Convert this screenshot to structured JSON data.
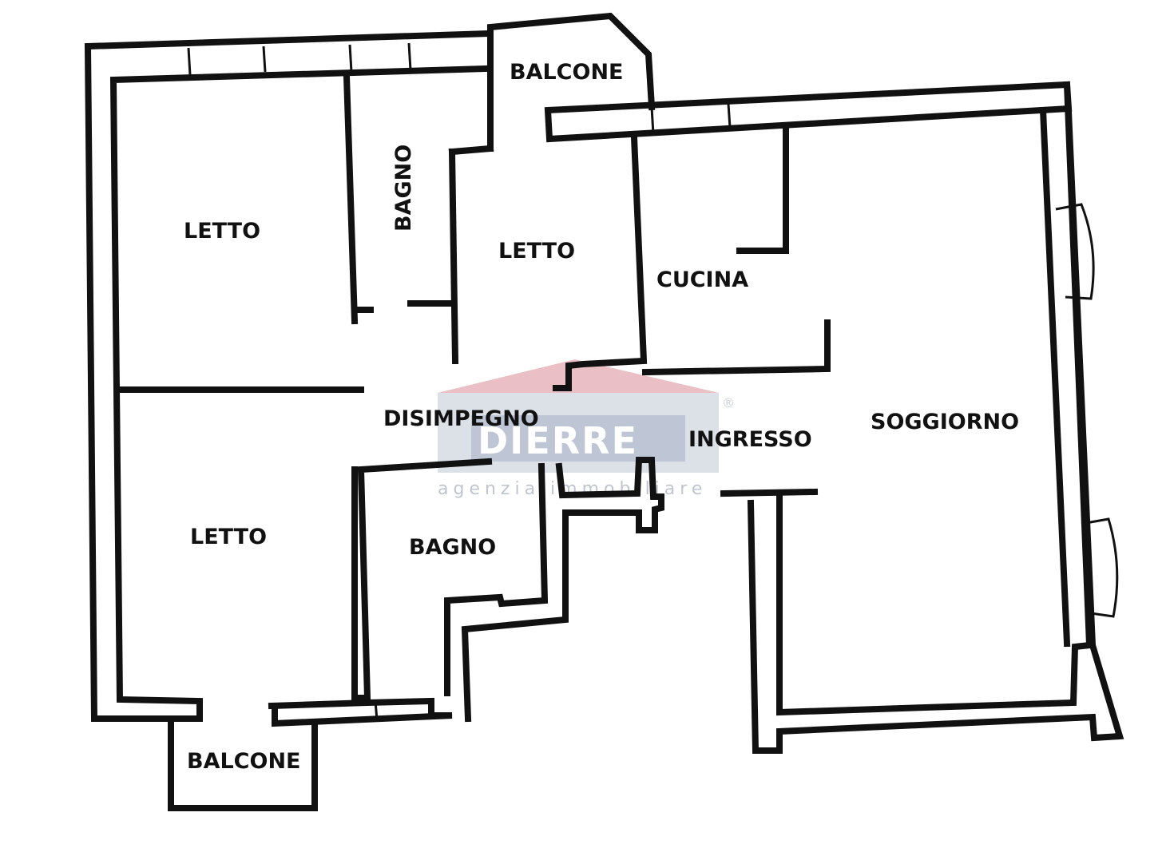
{
  "rooms": {
    "balcone_top": "BALCONE",
    "bagno_top": "BAGNO",
    "letto_top_left": "LETTO",
    "letto_top_middle": "LETTO",
    "cucina": "CUCINA",
    "disimpegno": "DISIMPEGNO",
    "ingresso": "INGRESSO",
    "soggiorno": "SOGGIORNO",
    "letto_bottom_left": "LETTO",
    "bagno_bottom": "BAGNO",
    "balcone_bottom": "BALCONE"
  },
  "watermark": {
    "brand": "DIERRE",
    "tagline": "agenzia immobiliare",
    "registered": "®",
    "colors": {
      "roof": "#e8b9bf",
      "panel": "#d9dde5",
      "plate": "#b7bfd0",
      "text": "#ffffff"
    }
  },
  "colors": {
    "walls": "#111111",
    "background": "#ffffff"
  }
}
